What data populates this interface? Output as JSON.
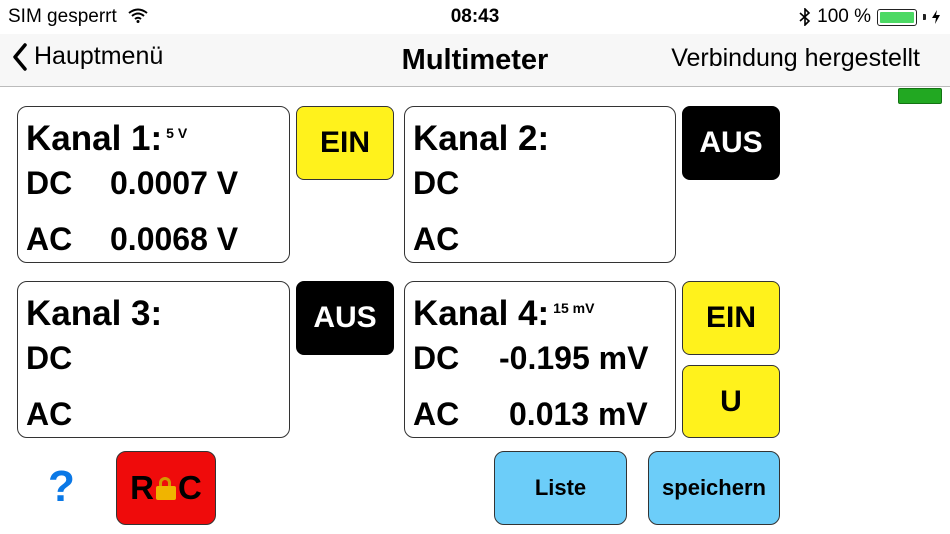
{
  "status_bar": {
    "carrier": "SIM gesperrt",
    "time": "08:43",
    "battery": "100 %"
  },
  "nav": {
    "back_label": "Hauptmenü",
    "title": "Multimeter",
    "connection": "Verbindung hergestellt"
  },
  "channels": [
    {
      "title": "Kanal 1:",
      "range": "5 V",
      "dc_label": "DC",
      "dc_value": "0.0007 V",
      "ac_label": "AC",
      "ac_value": "0.0068 V",
      "toggle": "EIN"
    },
    {
      "title": "Kanal 2:",
      "range": "",
      "dc_label": "DC",
      "dc_value": "",
      "ac_label": "AC",
      "ac_value": "",
      "toggle": "AUS"
    },
    {
      "title": "Kanal 3:",
      "range": "",
      "dc_label": "DC",
      "dc_value": "",
      "ac_label": "AC",
      "ac_value": "",
      "toggle": "AUS"
    },
    {
      "title": "Kanal 4:",
      "range": "15 mV",
      "dc_label": "DC",
      "dc_value": "-0.195 mV",
      "ac_label": "AC",
      "ac_value": "0.013 mV",
      "toggle": "EIN",
      "mode": "U"
    }
  ],
  "bottom": {
    "help": "?",
    "rec_left": "R",
    "rec_right": "C",
    "list": "Liste",
    "save": "speichern"
  },
  "colors": {
    "on": "#fff21c",
    "off": "#000000",
    "rec": "#ef0b0b",
    "blue": "#6ccdf9",
    "help": "#0a78e6"
  }
}
